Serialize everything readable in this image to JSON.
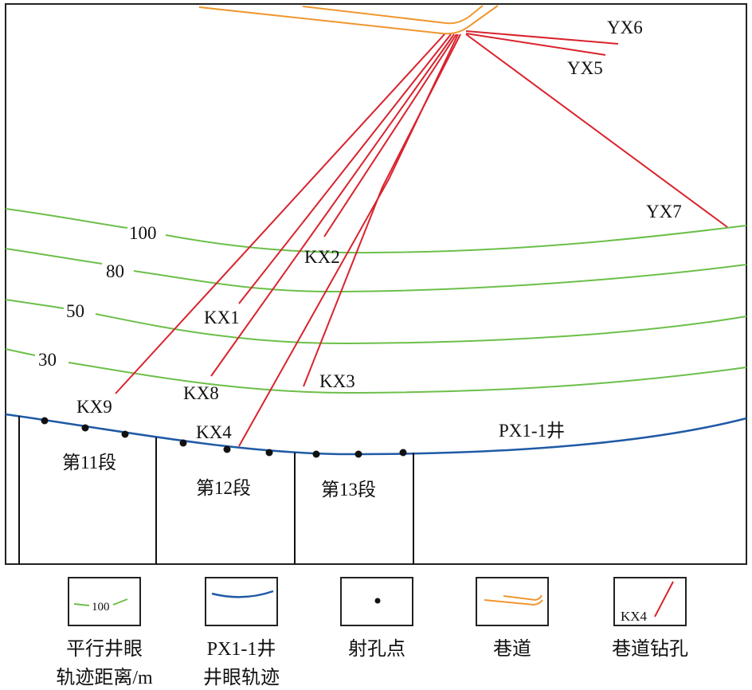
{
  "colors": {
    "contour": "#6cbf4a",
    "well": "#1f5aa6",
    "tunnel": "#f0962e",
    "borehole": "#d9232d",
    "dot": "#111111"
  },
  "contours": [
    "100",
    "80",
    "50",
    "30"
  ],
  "boreholes": {
    "YX6": "YX6",
    "YX5": "YX5",
    "YX7": "YX7",
    "KX1": "KX1",
    "KX2": "KX2",
    "KX3": "KX3",
    "KX4": "KX4",
    "KX8": "KX8",
    "KX9": "KX9"
  },
  "well_label": "PX1-1井",
  "segments": [
    "第11段",
    "第12段",
    "第13段"
  ],
  "legend": [
    {
      "sample": "100",
      "label1": "平行井眼",
      "label2": "轨迹距离/m"
    },
    {
      "label1": "PX1-1井",
      "label2": "井眼轨迹"
    },
    {
      "label1": "射孔点"
    },
    {
      "label1": "巷道"
    },
    {
      "sample": "KX4",
      "label1": "巷道钻孔"
    }
  ]
}
